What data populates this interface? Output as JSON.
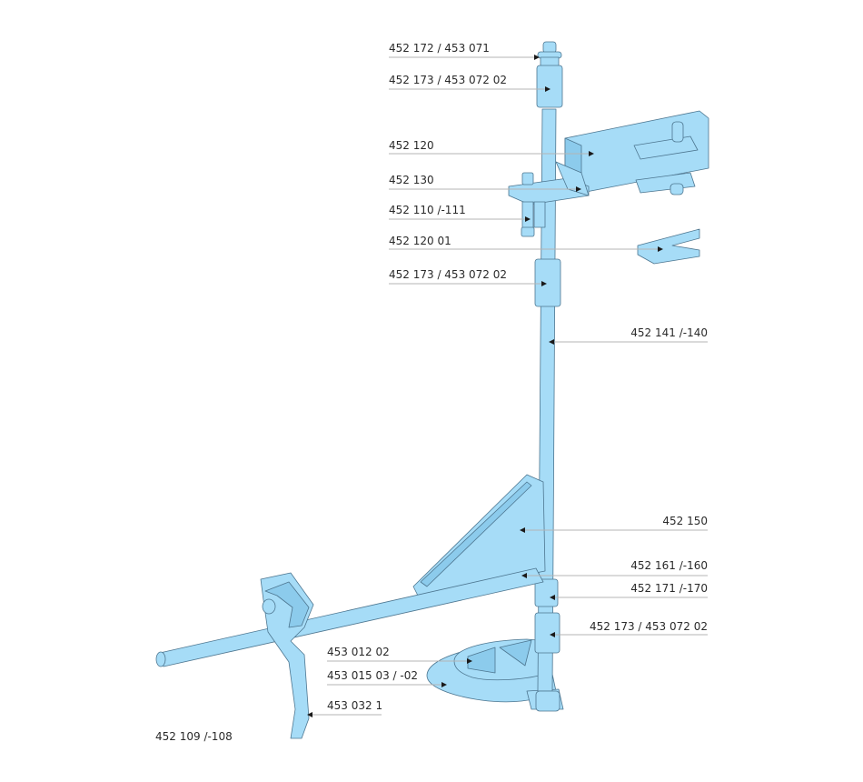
{
  "diagram": {
    "part_color": "#a6dcf7",
    "outline_color": "#4d7690",
    "labels": [
      {
        "id": "top-nut",
        "text": "452 172 / 453 071"
      },
      {
        "id": "upper-collar",
        "text": "452 173 / 453 072 02"
      },
      {
        "id": "arm-bracket",
        "text": "452 120"
      },
      {
        "id": "clamp-block",
        "text": "452 130"
      },
      {
        "id": "clamp-bolt",
        "text": "452 110 /-111"
      },
      {
        "id": "shim-plate",
        "text": "452 120 01"
      },
      {
        "id": "middle-collar",
        "text": "452 173 / 453 072 02"
      },
      {
        "id": "vertical-pole",
        "text": "452 141 /-140"
      },
      {
        "id": "gusset",
        "text": "452 150"
      },
      {
        "id": "horizontal-rod",
        "text": "452 161 /-160"
      },
      {
        "id": "lower-ring",
        "text": "452 171 /-170"
      },
      {
        "id": "lower-collar",
        "text": "452 173 / 453 072 02"
      },
      {
        "id": "base-insert",
        "text": "453 012 02"
      },
      {
        "id": "base-plate",
        "text": "453 015 03 / -02"
      },
      {
        "id": "hook-arm",
        "text": "453 032 1"
      },
      {
        "id": "hook-assembly",
        "text": "452 109 /-108"
      }
    ]
  }
}
